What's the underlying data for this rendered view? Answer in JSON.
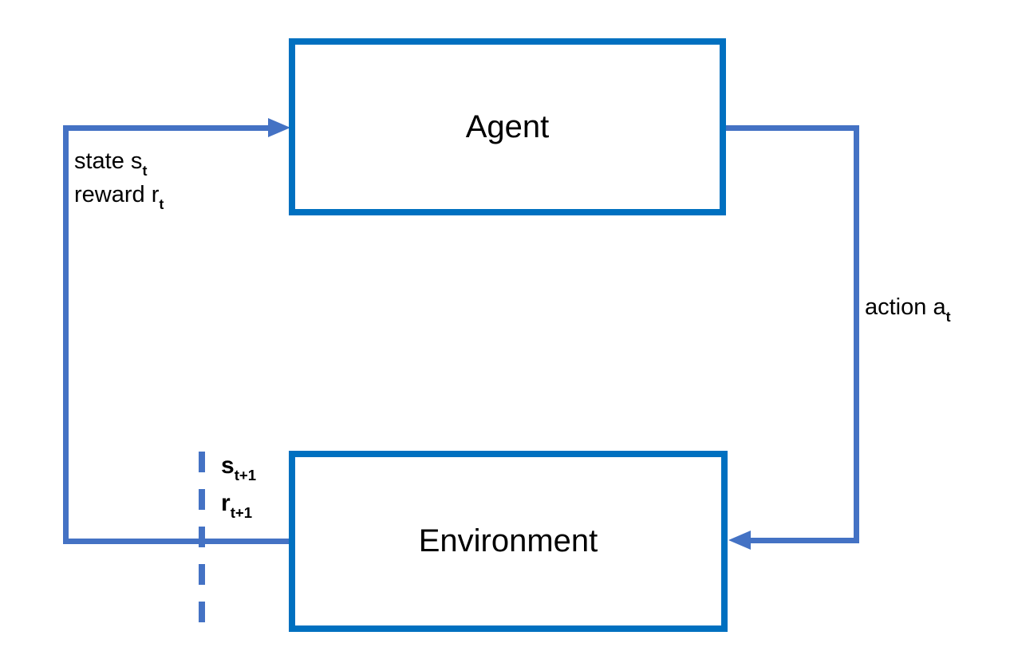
{
  "colors": {
    "box_border": "#0070C0",
    "connector": "#4472C4",
    "text": "#000000",
    "background": "#ffffff"
  },
  "boxes": {
    "agent": {
      "label": "Agent"
    },
    "environment": {
      "label": "Environment"
    }
  },
  "labels": {
    "state": {
      "text": "state s",
      "sub": "t"
    },
    "reward": {
      "text": "reward r",
      "sub": "t"
    },
    "action": {
      "text": "action a",
      "sub": "t"
    },
    "next_state": {
      "text": "s",
      "sub": "t+1"
    },
    "next_reward": {
      "text": "r",
      "sub": "t+1"
    }
  }
}
